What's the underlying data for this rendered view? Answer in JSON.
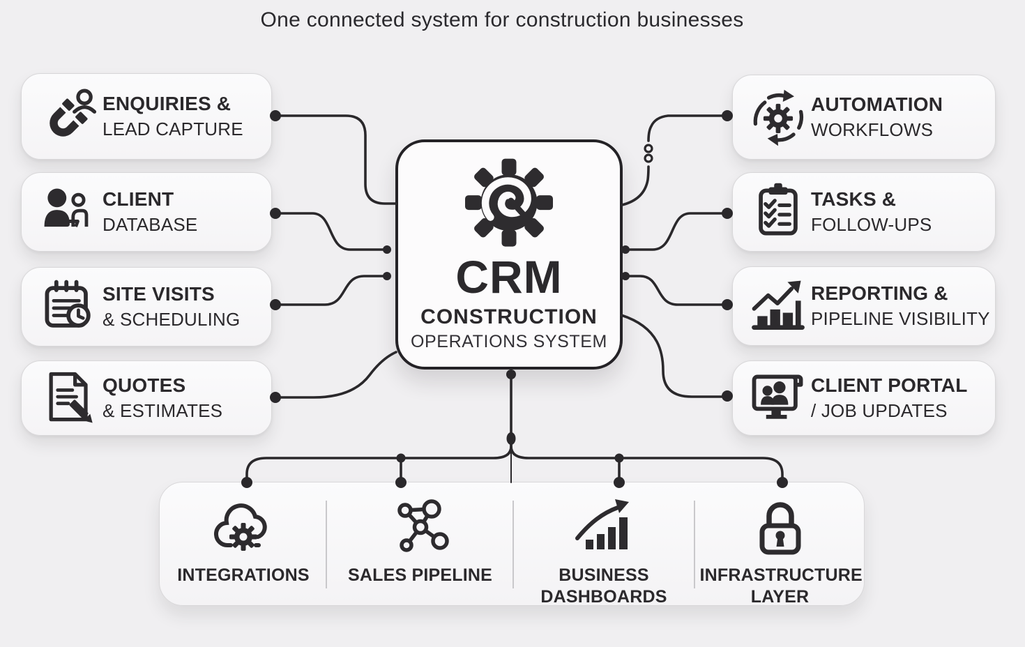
{
  "title": "One connected system for construction businesses",
  "center": {
    "icon": "gear-spiral-icon",
    "acronym": "CRM",
    "line1": "CONSTRUCTION",
    "line2": "OPERATIONS SYSTEM"
  },
  "left_nodes": [
    {
      "id": "enquiries-lead-capture",
      "icon": "magnet-lead-icon",
      "line1": "ENQUIRIES &",
      "line2": "LEAD CAPTURE"
    },
    {
      "id": "client-database",
      "icon": "client-person-icon",
      "line1": "CLIENT",
      "line2": "DATABASE"
    },
    {
      "id": "site-visits-scheduling",
      "icon": "calendar-clock-icon",
      "line1": "SITE VISITS",
      "line2": "& SCHEDULING"
    },
    {
      "id": "quotes-estimates",
      "icon": "document-pencil-icon",
      "line1": "QUOTES",
      "line2": "& ESTIMATES"
    }
  ],
  "right_nodes": [
    {
      "id": "automation-workflows",
      "icon": "gear-cycle-icon",
      "line1": "AUTOMATION",
      "line2": "WORKFLOWS"
    },
    {
      "id": "tasks-follow-ups",
      "icon": "clipboard-checklist-icon",
      "line1": "TASKS &",
      "line2": "FOLLOW-UPS"
    },
    {
      "id": "reporting-pipeline",
      "icon": "bar-chart-arrow-icon",
      "line1": "REPORTING &",
      "line2": "PIPELINE VISIBILITY"
    },
    {
      "id": "client-portal",
      "icon": "monitor-people-icon",
      "line1": "CLIENT PORTAL",
      "line2": "/ JOB UPDATES"
    }
  ],
  "bottom_nodes": [
    {
      "id": "integrations",
      "icon": "cloud-gear-icon",
      "label": "INTEGRATIONS"
    },
    {
      "id": "sales-pipeline",
      "icon": "network-nodes-icon",
      "label": "SALES PIPELINE"
    },
    {
      "id": "business-dashboards",
      "icon": "growth-chart-icon",
      "label": "BUSINESS DASHBOARDS"
    },
    {
      "id": "infrastructure-layer",
      "icon": "padlock-icon",
      "label": "INFRASTRUCTURE LAYER"
    }
  ],
  "colors": {
    "background": "#f0eff1",
    "node_fill": "#fafafb",
    "node_border": "#d8d7d9",
    "line": "#2a282b",
    "text": "#2b292c"
  }
}
